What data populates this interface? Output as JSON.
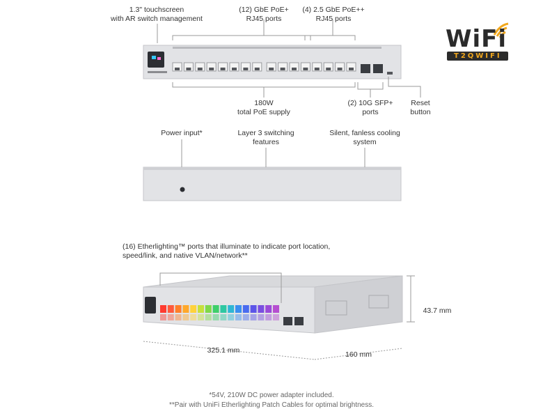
{
  "logo": {
    "word": "WiFi",
    "tag": "T2QWIFI",
    "colors": {
      "wi": "#2b2b2b",
      "fi": "#f2a81d",
      "bar": "#2b2b2b"
    }
  },
  "front": {
    "touchscreen": "1.3\" touchscreen\nwith AR switch management",
    "gbe_ports": "(12) GbE PoE+\nRJ45 ports",
    "gbe25_ports": "(4) 2.5 GbE PoE++\nRJ45 ports",
    "poe_supply": "180W\ntotal PoE supply",
    "sfp_ports": "(2) 10G SFP+\nports",
    "reset": "Reset\nbutton"
  },
  "rear": {
    "power": "Power input*",
    "layer3": "Layer 3 switching\nfeatures",
    "cooling": "Silent, fanless cooling\nsystem"
  },
  "iso": {
    "etherlighting": "(16) Etherlighting™ ports that illuminate to indicate port location,\nspeed/link, and native VLAN/network**",
    "width": "325.1 mm",
    "depth": "160 mm",
    "height": "43.7 mm"
  },
  "footnotes": {
    "adapter": "*54V, 210W DC power adapter included.",
    "cables": "**Pair with UniFi Etherlighting Patch Cables for optimal brightness."
  },
  "colors": {
    "chassis": "#e2e3e6",
    "chassis_dark": "#cfd0d4",
    "port": "#f4f4f4",
    "sfp": "#3a3d42"
  },
  "rainbow": [
    "#ff3b30",
    "#ff5a3c",
    "#ff7f2a",
    "#ffa82b",
    "#ffd23b",
    "#c6e03c",
    "#7fd84a",
    "#3fcf6a",
    "#2ec8a2",
    "#2fb7d4",
    "#3b8ff0",
    "#4a6cf0",
    "#5c55e8",
    "#7a4fe0",
    "#9b4ad8",
    "#b64fd0"
  ]
}
